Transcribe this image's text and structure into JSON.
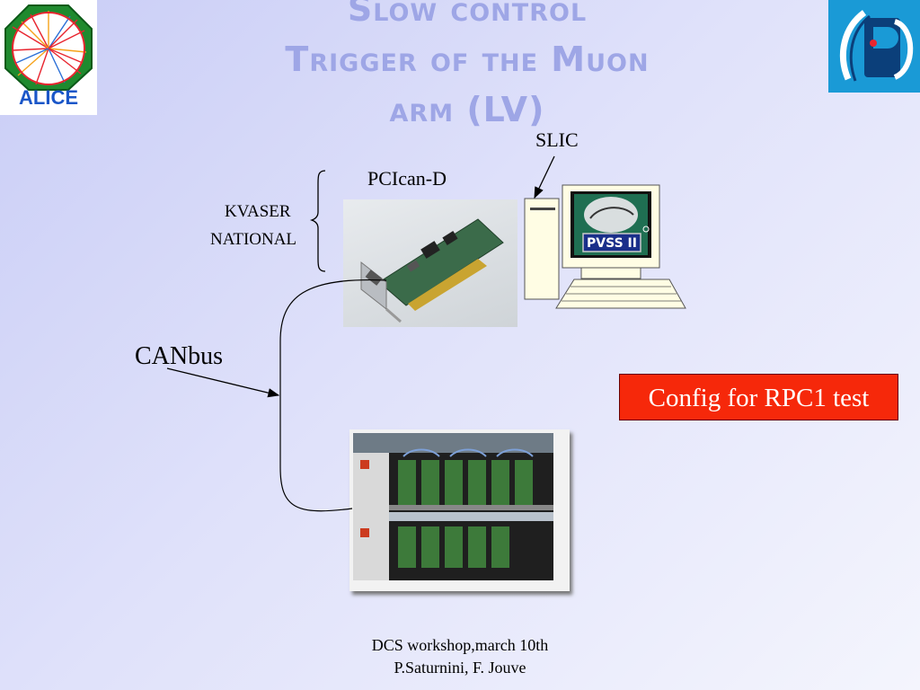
{
  "slide": {
    "title_lines": [
      "Slow control",
      "Trigger of the Muon",
      "arm (LV)"
    ],
    "labels": {
      "slic": "SLIC",
      "pcican": "PCIcan-D",
      "kvaser": "KVASER",
      "national": "NATIONAL",
      "canbus": "CANbus",
      "config": "Config for RPC1 test"
    },
    "logos": {
      "alice_text": "ALICE",
      "pvss_text": "PVSS II"
    },
    "footer": {
      "line1": "DCS workshop,march 10th",
      "line2": "P.Saturnini, F. Jouve"
    }
  }
}
